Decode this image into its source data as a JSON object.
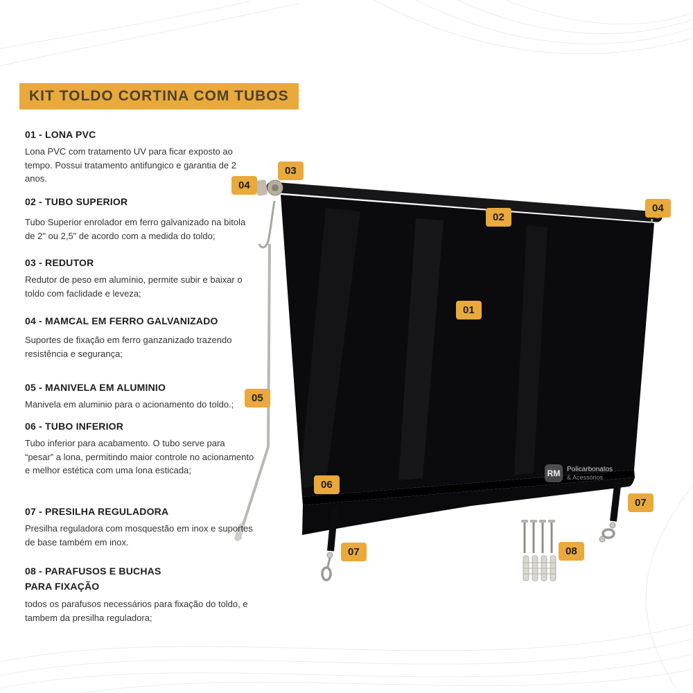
{
  "title": "KIT TOLDO CORTINA COM TUBOS",
  "sections": [
    {
      "heading": "01 - LONA PVC",
      "body": "Lona PVC com tratamento UV para ficar exposto ao tempo. Possui tratamento antifungico e garantia de 2 anos."
    },
    {
      "heading": "02 - TUBO SUPERIOR",
      "body": "Tubo Superior enrolador em ferro galvanizado na bitola de 2\" ou 2,5\" de acordo com a medida do toldo;"
    },
    {
      "heading": "03 - REDUTOR",
      "body": "Redutor de peso em alumínio, permite subir e baixar o toldo com faclidade e leveza;"
    },
    {
      "heading": "04 - MAMCAL EM FERRO GALVANIZADO",
      "body": "Suportes de fixação em ferro ganzanizado trazendo resistência e segurança;"
    },
    {
      "heading": "05 - MANIVELA EM ALUMINIO",
      "body": "Manivela em aluminio para o acionamento do toldo.;"
    },
    {
      "heading": "06 - TUBO INFERIOR",
      "body": "Tubo inferior para acabamento. O tubo serve para “pesar” a lona, permitindo maior controle no acionamento e melhor estética com uma lona esticada;"
    },
    {
      "heading": "07 - PRESILHA REGULADORA",
      "body": "Presilha reguladora com mosquestão em inox e suportes de base também em inox."
    },
    {
      "heading": "08 - PARAFUSOS E BUCHAS PARA FIXAÇÃO",
      "body": "todos os parafusos necessários para fixação do toldo, e tambem da presilha reguladora;"
    }
  ],
  "callouts": [
    {
      "label": "03"
    },
    {
      "label": "04"
    },
    {
      "label": "02"
    },
    {
      "label": "04"
    },
    {
      "label": "01"
    },
    {
      "label": "05"
    },
    {
      "label": "06"
    },
    {
      "label": "07"
    },
    {
      "label": "07"
    },
    {
      "label": "08"
    }
  ],
  "watermark": {
    "abbr": "RM",
    "line1": "Policarbonatos",
    "line2": "& Acessórios"
  },
  "colors": {
    "accent": "#E9A93B",
    "canvas": "#0b0b0d",
    "badge_text": "#1e1e1e"
  }
}
